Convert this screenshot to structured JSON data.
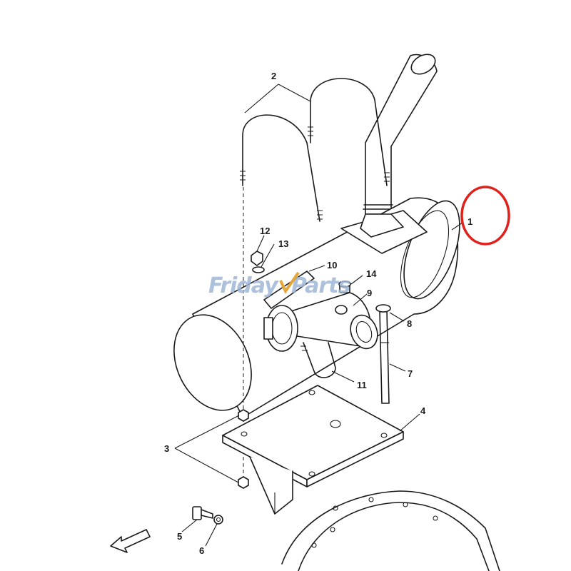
{
  "diagram": {
    "callouts": [
      {
        "id": "1",
        "label": "1"
      },
      {
        "id": "2",
        "label": "2"
      },
      {
        "id": "3",
        "label": "3"
      },
      {
        "id": "4",
        "label": "4"
      },
      {
        "id": "5",
        "label": "5"
      },
      {
        "id": "6",
        "label": "6"
      },
      {
        "id": "7",
        "label": "7"
      },
      {
        "id": "8",
        "label": "8"
      },
      {
        "id": "9",
        "label": "9"
      },
      {
        "id": "10",
        "label": "10"
      },
      {
        "id": "11",
        "label": "11"
      },
      {
        "id": "12",
        "label": "12"
      },
      {
        "id": "13",
        "label": "13"
      },
      {
        "id": "14",
        "label": "14"
      }
    ],
    "highlight": {
      "target_callout": "1",
      "color": "#e0201b"
    },
    "watermark": {
      "text_a": "Friday",
      "text_b": "Parts"
    },
    "colors": {
      "line": "#1a1a1a",
      "watermark": "#9fb6d6",
      "watermark_accent": "#e6a63a"
    }
  }
}
